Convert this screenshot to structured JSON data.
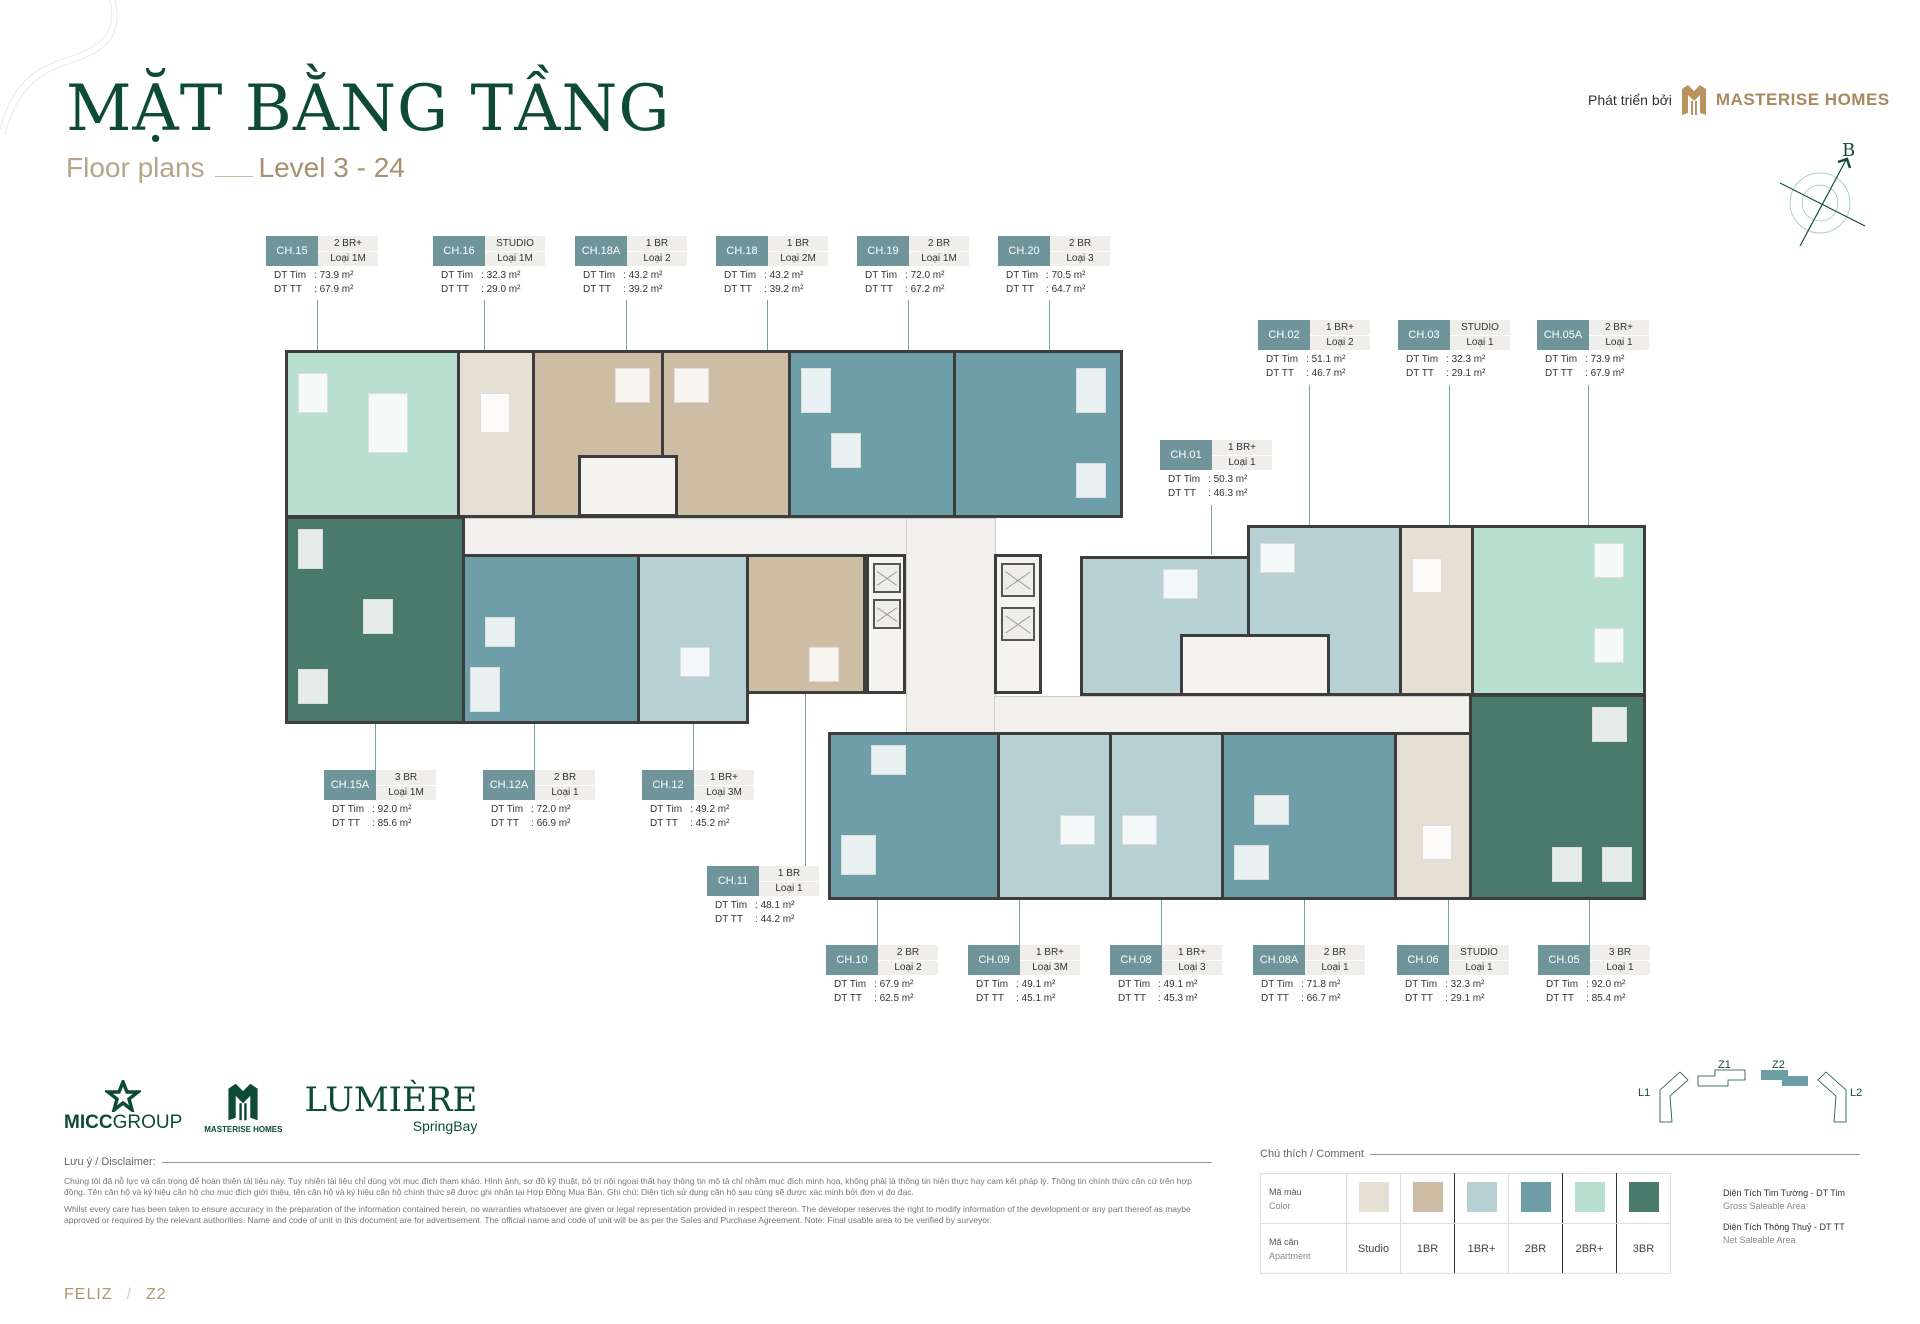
{
  "header": {
    "title": "MẶT BẰNG TẦNG",
    "subtitle": "Floor plans",
    "level": "Level 3 - 24",
    "developer_prefix": "Phát triển bởi",
    "developer_name": "MASTERISE HOMES",
    "compass_label": "B"
  },
  "units_top": [
    {
      "code": "CH.15",
      "type": "2 BR+",
      "loai": "Loại 1M",
      "dt_tim": "73.9 m²",
      "dt_tt": "67.9 m²"
    },
    {
      "code": "CH.16",
      "type": "STUDIO",
      "loai": "Loại 1M",
      "dt_tim": "32.3 m²",
      "dt_tt": "29.0 m²"
    },
    {
      "code": "CH.18A",
      "type": "1 BR",
      "loai": "Loại 2",
      "dt_tim": "43.2 m²",
      "dt_tt": "39.2 m²"
    },
    {
      "code": "CH.18",
      "type": "1 BR",
      "loai": "Loại 2M",
      "dt_tim": "43.2 m²",
      "dt_tt": "39.2 m²"
    },
    {
      "code": "CH.19",
      "type": "2 BR",
      "loai": "Loại 1M",
      "dt_tim": "72.0 m²",
      "dt_tt": "67.2 m²"
    },
    {
      "code": "CH.20",
      "type": "2 BR",
      "loai": "Loại 3",
      "dt_tim": "70.5 m²",
      "dt_tt": "64.7 m²"
    }
  ],
  "units_right_top": [
    {
      "code": "CH.02",
      "type": "1 BR+",
      "loai": "Loại 2",
      "dt_tim": "51.1 m²",
      "dt_tt": "46.7 m²"
    },
    {
      "code": "CH.03",
      "type": "STUDIO",
      "loai": "Loại 1",
      "dt_tim": "32.3 m²",
      "dt_tt": "29.1 m²"
    },
    {
      "code": "CH.05A",
      "type": "2 BR+",
      "loai": "Loại 1",
      "dt_tim": "73.9 m²",
      "dt_tt": "67.9 m²"
    },
    {
      "code": "CH.01",
      "type": "1 BR+",
      "loai": "Loại 1",
      "dt_tim": "50.3 m²",
      "dt_tt": "46.3 m²"
    }
  ],
  "units_left_bottom": [
    {
      "code": "CH.15A",
      "type": "3 BR",
      "loai": "Loại 1M",
      "dt_tim": "92.0 m²",
      "dt_tt": "85.6 m²"
    },
    {
      "code": "CH.12A",
      "type": "2 BR",
      "loai": "Loại 1",
      "dt_tim": "72.0 m²",
      "dt_tt": "66.9 m²"
    },
    {
      "code": "CH.12",
      "type": "1 BR+",
      "loai": "Loại 3M",
      "dt_tim": "49.2 m²",
      "dt_tt": "45.2 m²"
    },
    {
      "code": "CH.11",
      "type": "1 BR",
      "loai": "Loại 1",
      "dt_tim": "48.1 m²",
      "dt_tt": "44.2 m²"
    }
  ],
  "units_bottom": [
    {
      "code": "CH.10",
      "type": "2 BR",
      "loai": "Loại 2",
      "dt_tim": "67.9 m²",
      "dt_tt": "62.5 m²"
    },
    {
      "code": "CH.09",
      "type": "1 BR+",
      "loai": "Loại 3M",
      "dt_tim": "49.1 m²",
      "dt_tt": "45.1 m²"
    },
    {
      "code": "CH.08",
      "type": "1 BR+",
      "loai": "Loại 3",
      "dt_tim": "49.1 m²",
      "dt_tt": "45.3 m²"
    },
    {
      "code": "CH.08A",
      "type": "2 BR",
      "loai": "Loại 1",
      "dt_tim": "71.8 m²",
      "dt_tt": "66.7 m²"
    },
    {
      "code": "CH.06",
      "type": "STUDIO",
      "loai": "Loại 1",
      "dt_tim": "32.3 m²",
      "dt_tt": "29.1 m²"
    },
    {
      "code": "CH.05",
      "type": "3 BR",
      "loai": "Loại 1",
      "dt_tim": "92.0 m²",
      "dt_tt": "85.4 m²"
    }
  ],
  "area_keys": {
    "tim": "DT Tim",
    "tt": "DT TT"
  },
  "colors": {
    "studio": "#e6e0d4",
    "br1": "#cdbda4",
    "br1plus": "#b6d0d4",
    "br2": "#6e9fa8",
    "br2plus": "#b9dfd1",
    "br3": "#4a7a6c",
    "label_code_bg": "#6f959b",
    "title_green": "#0e4a38",
    "gold": "#b8a488"
  },
  "logos": {
    "micc_bold": "MICC",
    "micc_light": "GROUP",
    "masterise": "MASTERISE HOMES",
    "lumiere": "LUMIÈRE",
    "springbay": "SpringBay"
  },
  "disclaimer": {
    "title": "Lưu ý / Disclaimer:",
    "vi": "Chúng tôi đã nỗ lực và cẩn trọng để hoàn thiện tài liệu này. Tuy nhiên tài liệu chỉ dùng với mục đích tham khảo. Hình ảnh, sơ đồ kỹ thuật, bố trí nội ngoại thất hay thông tin mô tả chỉ nhằm mục đích minh họa, không phải là thông tin hiện thực hay cam kết pháp lý. Thông tin chính thức căn cứ trên hợp đồng. Tên căn hộ và ký hiệu căn hộ cho mục đích giới thiệu, tên căn hộ và ký hiệu căn hộ chính thức sẽ được ghi nhận tại Hợp Đồng Mua Bán. Ghi chú: Diện tích sử dụng căn hộ sau cùng sẽ được xác minh bởi đơn vị đo đạc.",
    "en": "Whilst every care has been taken to ensure accuracy in the preparation of the information contained herein, no warranties whatsoever are given or legal representation provided in respect thereon. The developer reserves the right to modify information of the development or any part thereof as maybe approved or required by the relevant authorities. Name and code of unit in this document are for advertisement. The official name and code of unit will be as per the Sales and Purchase Agreement. Note: Final usable area to be verified by surveyor."
  },
  "legend": {
    "title": "Chú thích / Comment",
    "color_row_vi": "Mã màu",
    "color_row_en": "Color",
    "apt_row_vi": "Mã căn",
    "apt_row_en": "Apartment",
    "types": [
      "Studio",
      "1BR",
      "1BR+",
      "2BR",
      "2BR+",
      "3BR"
    ],
    "gross_vi": "Diện Tích Tim Tường - DT Tim",
    "gross_en": "Gross Saleable Area",
    "net_vi": "Diện Tích Thông Thuỷ - DT TT",
    "net_en": "Net Saleable Area"
  },
  "keyplan": {
    "l1": "L1",
    "z1": "Z1",
    "z2": "Z2",
    "l2": "L2"
  },
  "footer": {
    "left": "FELIZ",
    "sep": "/",
    "right": "Z2"
  }
}
